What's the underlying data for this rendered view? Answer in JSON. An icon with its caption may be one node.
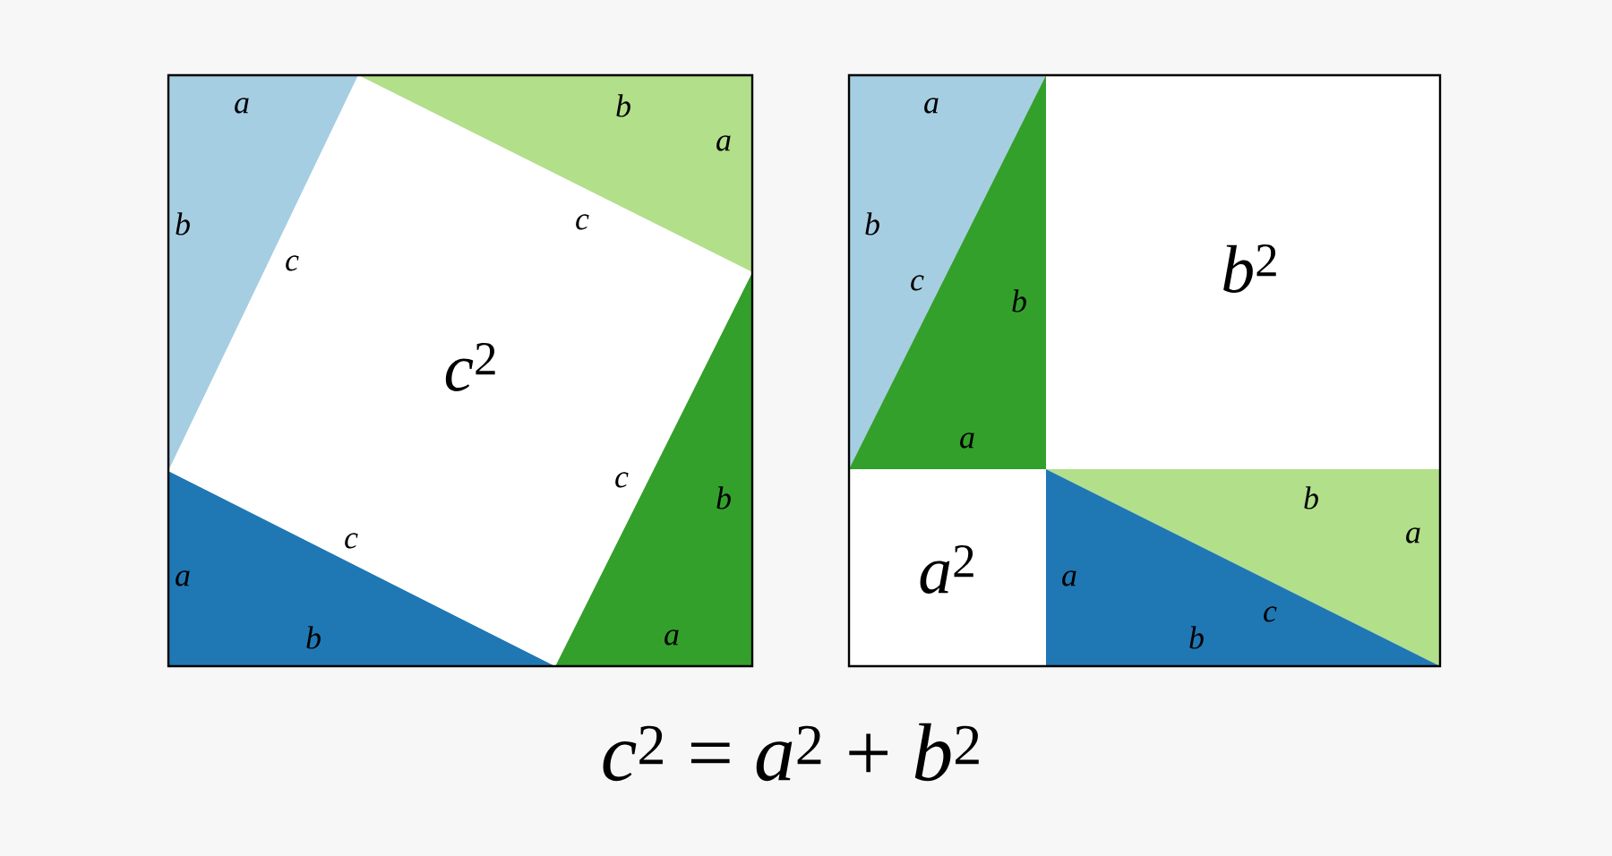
{
  "diagram": {
    "caption": "*c*$^{2}$ = *a*$^{2}$ + *b*$^{2}$",
    "nodes": [
      {
        "text": [
          "*c*$^{2}$"
        ]
      },
      {
        "text": [
          "*b*$^{2}$"
        ]
      },
      {
        "text": [
          "*a*$^{2}$"
        ]
      }
    ],
    "labels": [
      "a",
      "b",
      "a",
      "b",
      "c",
      "c",
      "c",
      "b",
      "c",
      "a",
      "b",
      "a",
      "a",
      "b",
      "c",
      "b",
      "a",
      "b",
      "a",
      "a",
      "c",
      "b"
    ]
  }
}
